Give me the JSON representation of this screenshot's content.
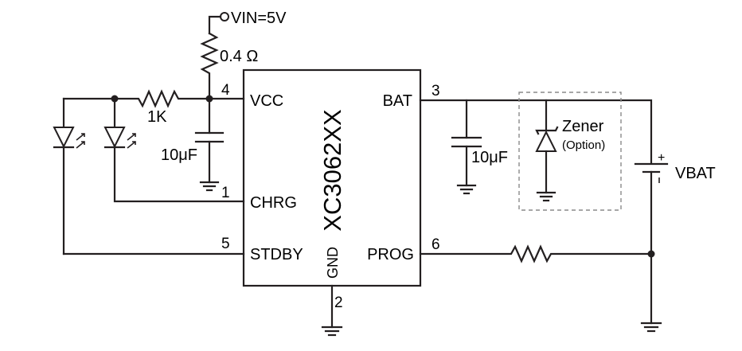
{
  "ic": {
    "name": "XC3062XX",
    "pins": {
      "vcc": {
        "label": "VCC",
        "num": "4"
      },
      "chrg": {
        "label": "CHRG",
        "num": "1"
      },
      "stdby": {
        "label": "STDBY",
        "num": "5"
      },
      "bat": {
        "label": "BAT",
        "num": "3"
      },
      "prog": {
        "label": "PROG",
        "num": "6"
      },
      "gnd": {
        "label": "GND",
        "num": "2"
      }
    }
  },
  "supply": {
    "label": "VIN=5V"
  },
  "components": {
    "r_input": "0.4 Ω",
    "r_led": "1K",
    "c_input": "10μF",
    "c_output": "10μF",
    "zener": {
      "label": "Zener",
      "note": "(Option)"
    },
    "battery": {
      "label": "VBAT",
      "plus": "+"
    }
  },
  "colors": {
    "wire": "#231f20",
    "dashed_box": "#8a8a8a",
    "background": "#ffffff"
  }
}
